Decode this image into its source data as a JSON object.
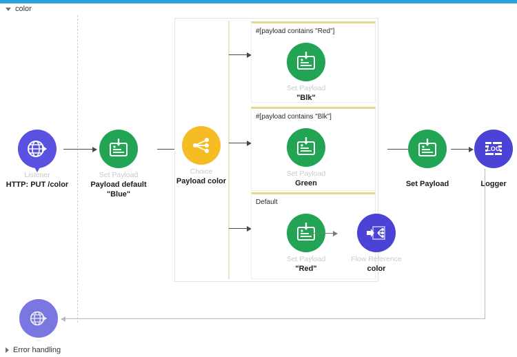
{
  "window": {
    "accent_color": "#29a3dd",
    "background": "#ffffff"
  },
  "flow": {
    "name": "color",
    "expand_state": "expanded",
    "error_handling_label": "Error handling",
    "error_handling_state": "collapsed"
  },
  "palette": {
    "green": "#23a455",
    "purple": "#5952e0",
    "amber": "#f5bc23",
    "indigo": "#4a43d6",
    "lilac": "#7b77e0",
    "route_top_border": "#e0d98f",
    "scope_spine": "#ebe6c4",
    "node_type_text": "#c9c9c9",
    "node_name_text": "#1b1b1b"
  },
  "source": {
    "icon": "http-listener-icon",
    "type": "Listener",
    "name": "HTTP: PUT /color",
    "color": "purple"
  },
  "nodes": {
    "set_payload_default": {
      "icon": "set-payload-icon",
      "type": "Set Payload",
      "name": "Payload default",
      "value": "\"Blue\"",
      "color": "green"
    },
    "choice": {
      "icon": "choice-icon",
      "type": "Choice",
      "name": "Payload color",
      "color": "amber"
    },
    "set_payload_out": {
      "icon": "set-payload-icon",
      "type": "",
      "name": "Set Payload",
      "color": "green"
    },
    "logger": {
      "icon": "logger-icon",
      "type": "",
      "name": "Logger",
      "color": "indigo"
    },
    "error_handler": {
      "icon": "http-listener-icon",
      "type": "",
      "name": "",
      "color": "lilac"
    }
  },
  "routes": [
    {
      "label": "#[payload contains \"Red\"]",
      "processors": [
        {
          "icon": "set-payload-icon",
          "type": "Set Payload",
          "name": "\"Blk\"",
          "color": "green"
        }
      ]
    },
    {
      "label": "#[payload contains \"Blk\"]",
      "processors": [
        {
          "icon": "set-payload-icon",
          "type": "Set Payload",
          "name": "Green",
          "color": "green"
        }
      ]
    },
    {
      "label": "Default",
      "processors": [
        {
          "icon": "set-payload-icon",
          "type": "Set Payload",
          "name": "\"Red\"",
          "color": "green"
        },
        {
          "icon": "flow-reference-icon",
          "type": "Flow Reference",
          "name": "color",
          "color": "indigo"
        }
      ]
    }
  ]
}
